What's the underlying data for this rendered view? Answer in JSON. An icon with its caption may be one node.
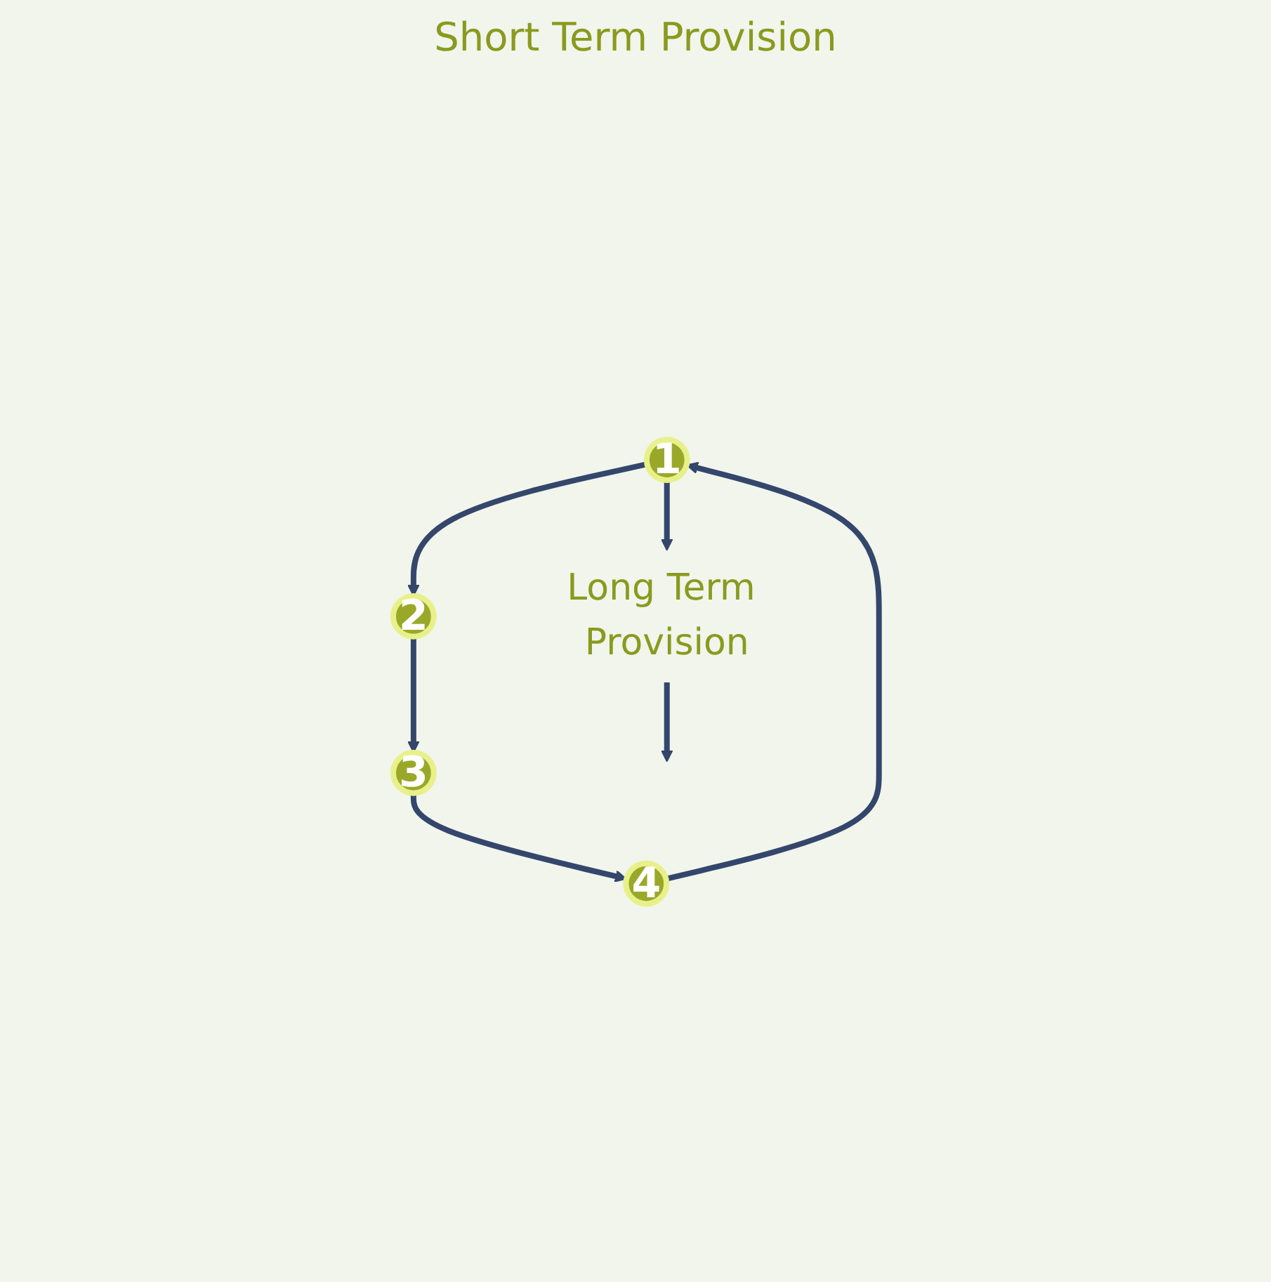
{
  "diagram": {
    "nodes": [
      {
        "text": [
          "1"
        ]
      },
      {
        "text": [
          "2"
        ]
      },
      {
        "text": [
          "3"
        ]
      },
      {
        "text": [
          "4"
        ]
      },
      {
        "text": [
          "Long Term Provision"
        ]
      }
    ],
    "edges": [
      {
        "from": 0,
        "to": 1,
        "arrow": "to"
      },
      {
        "from": 1,
        "to": 2,
        "arrow": "to"
      },
      {
        "from": 2,
        "to": 3,
        "arrow": "to"
      },
      {
        "from": 3,
        "to": 0,
        "arrow": "to"
      },
      {
        "from": 0,
        "to": 4,
        "arrow": "to"
      },
      {
        "from": 4,
        "to": null,
        "arrow": "to"
      }
    ],
    "labels": [
      "Short Term Provision"
    ]
  }
}
